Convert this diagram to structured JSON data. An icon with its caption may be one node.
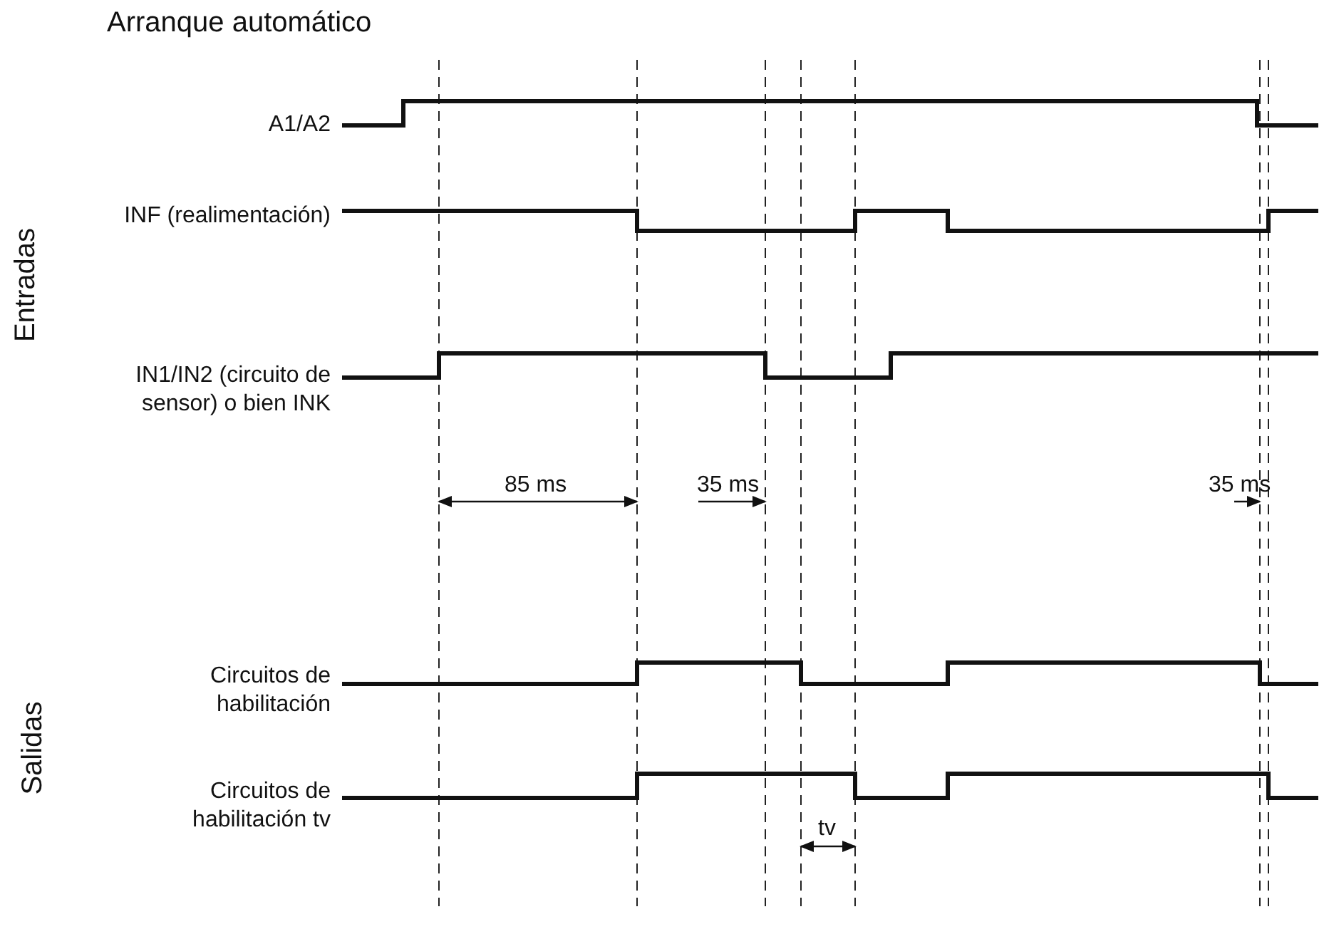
{
  "diagram": {
    "title": "Arranque automático",
    "labels": [
      "Entradas",
      "A1/A2",
      "INF (realimentación)",
      "IN1/IN2 (circuito de sensor) o bien INK",
      "85 ms",
      "35 ms",
      "35 ms",
      "Salidas",
      "Circuitos de habilitación",
      "Circuitos de habilitación tv",
      "tv"
    ]
  }
}
